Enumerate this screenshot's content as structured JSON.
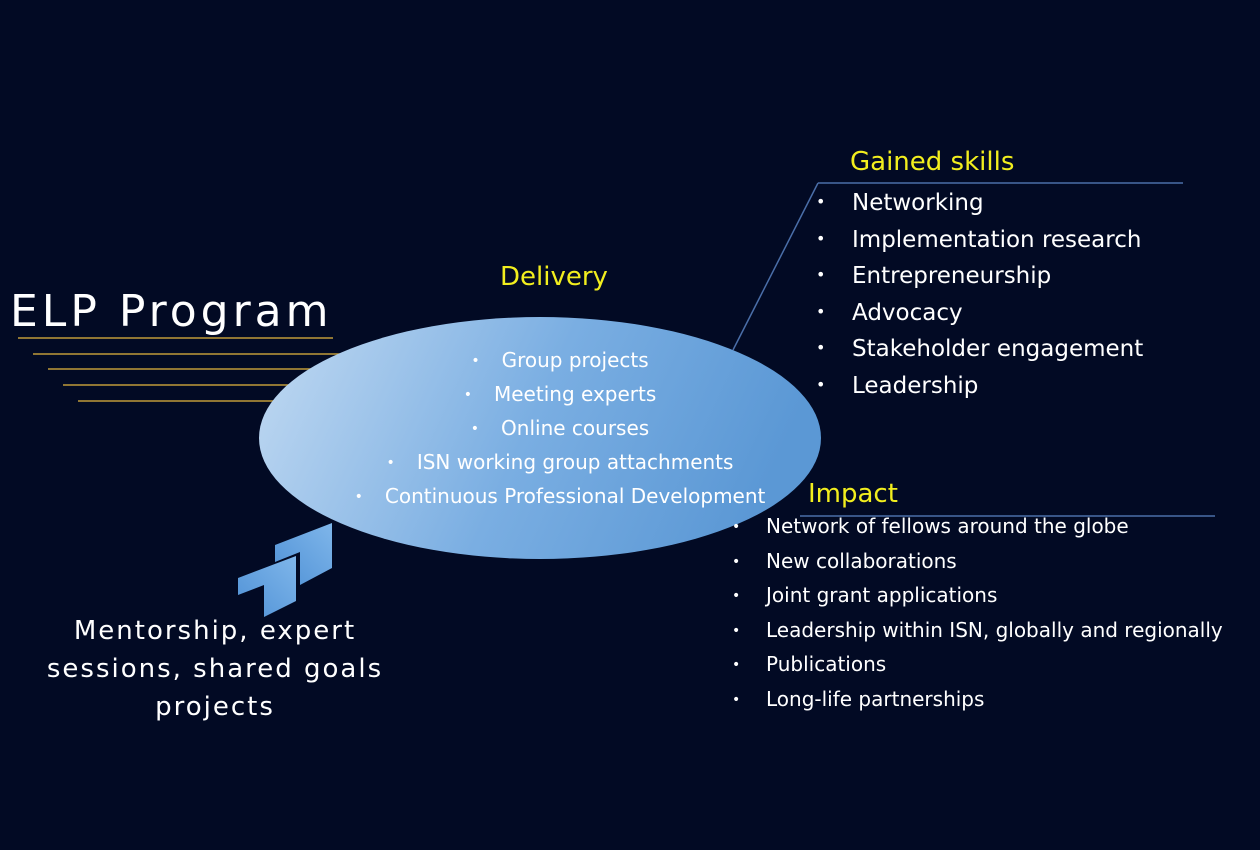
{
  "title": "ELP Program",
  "delivery": {
    "heading": "Delivery",
    "items": [
      "Group projects",
      "Meeting experts",
      "Online courses",
      "ISN working group attachments",
      "Continuous Professional Development"
    ]
  },
  "gained_skills": {
    "heading": "Gained skills",
    "items": [
      "Networking",
      "Implementation research",
      "Entrepreneurship",
      "Advocacy",
      "Stakeholder engagement",
      "Leadership"
    ]
  },
  "impact": {
    "heading": "Impact",
    "items": [
      "Network of fellows around the globe",
      "New collaborations",
      "Joint grant applications",
      "Leadership within ISN, globally and regionally",
      "Publications",
      "Long-life partnerships"
    ]
  },
  "mentorship": {
    "lines": [
      "Mentorship, expert",
      "sessions, shared goals",
      "projects"
    ]
  },
  "colors": {
    "background": "#020a24",
    "heading": "#f2ee1e",
    "ellipse_light": "#b9d3ef",
    "ellipse_dark": "#5c9ad6",
    "gold_lines": "#c09a3a",
    "connector": "#4a6ea8",
    "arrow": "#5b9fe0"
  }
}
